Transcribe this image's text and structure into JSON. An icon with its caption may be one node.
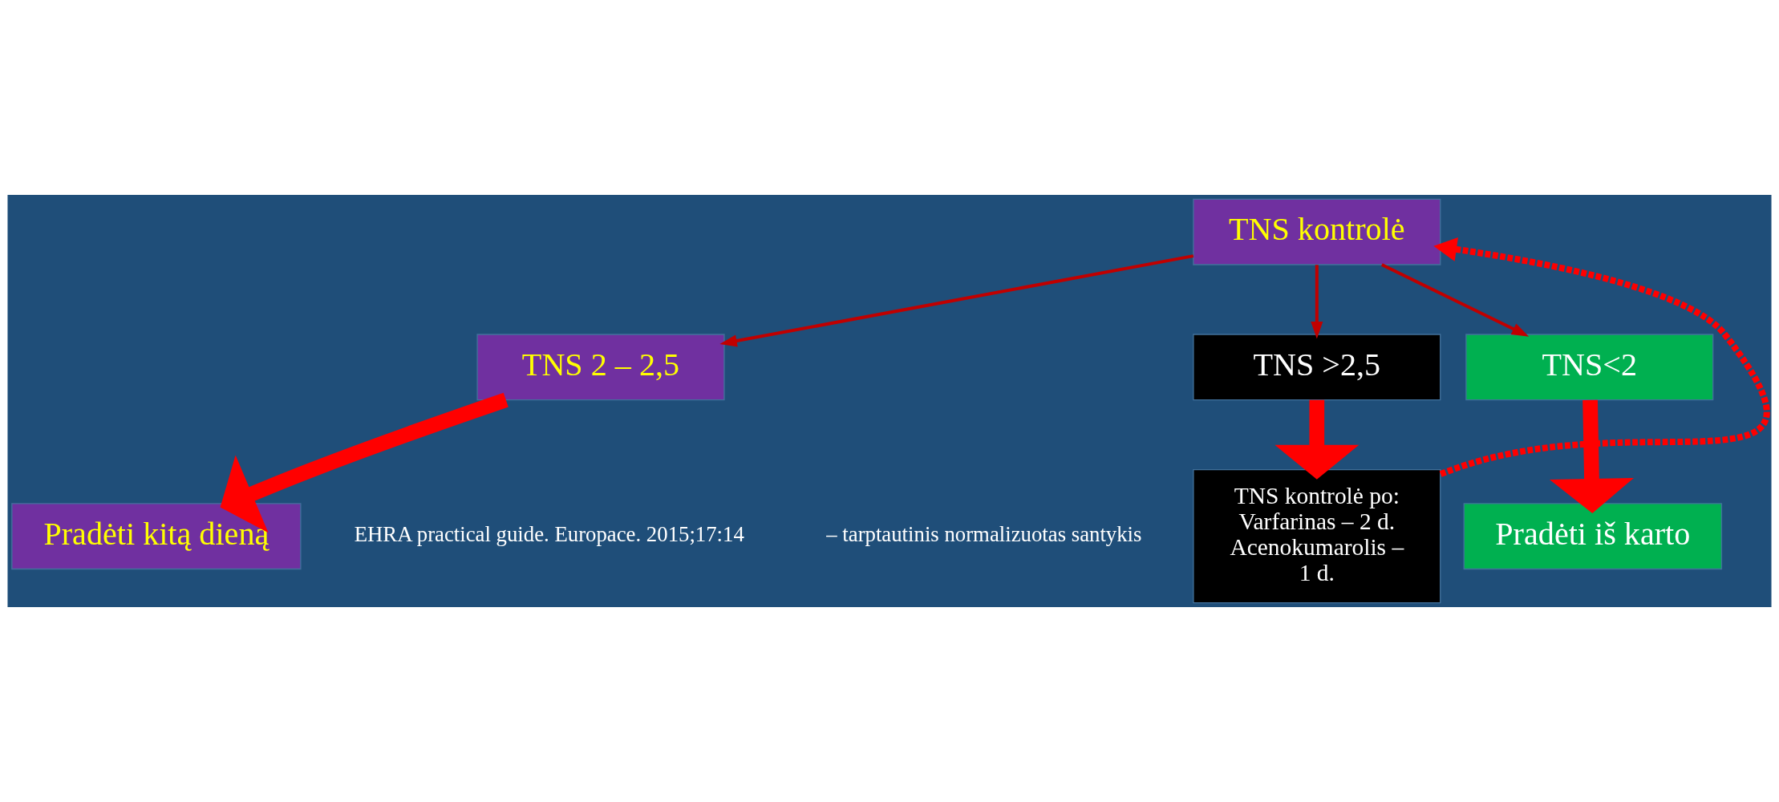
{
  "diagram": {
    "nodes": [
      {
        "text": [
          "TNS kontrolė"
        ]
      },
      {
        "text": [
          "TNS<2"
        ]
      },
      {
        "text": [
          "TNS 2 – 2,5"
        ]
      },
      {
        "text": [
          "TNS >2,5"
        ]
      },
      {
        "text": [
          "Pradėti iš karto"
        ]
      },
      {
        "text": [
          "Pradėti kitą dieną"
        ]
      },
      {
        "text": [
          "TNS kontrolė po: Varfarinas – 2 d. Acenokumarolis – 1 d."
        ]
      }
    ],
    "edges": [
      {
        "from": 0,
        "to": 1,
        "arrow": "to",
        "color": "#c00000"
      },
      {
        "from": 0,
        "to": 2,
        "arrow": "to",
        "color": "#c00000"
      },
      {
        "from": 0,
        "to": 3,
        "arrow": "to",
        "color": "#c00000"
      },
      {
        "from": 1,
        "to": 4,
        "arrow": "to",
        "style": "thick",
        "color": "#ff0000"
      },
      {
        "from": 2,
        "to": 5,
        "arrow": "to",
        "style": "thick",
        "color": "#ff0000"
      },
      {
        "from": 3,
        "to": 6,
        "arrow": "to",
        "style": "thick",
        "color": "#ff0000"
      },
      {
        "from": 6,
        "to": 0,
        "arrow": "to",
        "style": "dashed",
        "color": "#ff0000"
      }
    ],
    "labels": [
      "– tarptautinis normalizuotas santykis",
      "EHRA practical guide. Europace. 2015;17:14"
    ]
  }
}
